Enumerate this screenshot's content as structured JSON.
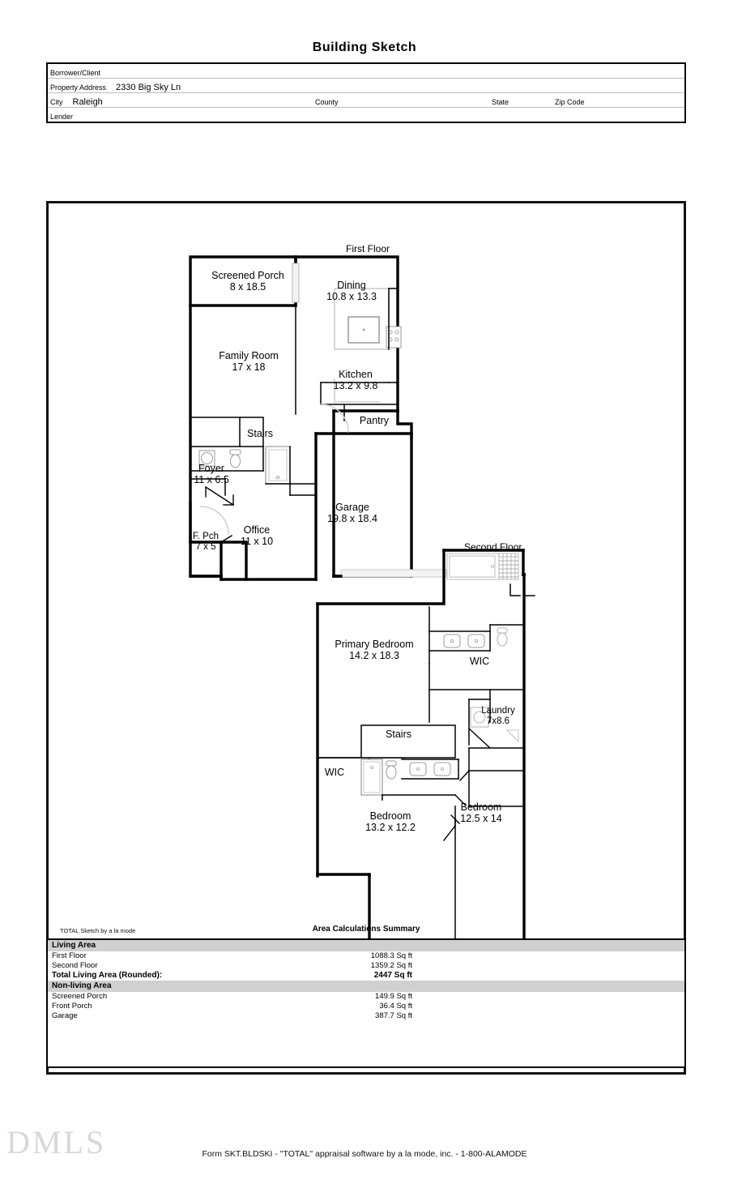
{
  "title": "Building Sketch",
  "header": {
    "rows": [
      {
        "label": "Borrower/Client",
        "value": ""
      },
      {
        "label": "Property Address",
        "value": "2330 Big Sky Ln"
      },
      {
        "label": "City",
        "value": "Raleigh"
      },
      {
        "label": "Lender",
        "value": ""
      }
    ],
    "city_extra_labels": [
      {
        "label": "County",
        "value": ""
      },
      {
        "label": "State",
        "value": ""
      },
      {
        "label": "Zip Code",
        "value": ""
      }
    ]
  },
  "sketch": {
    "credit": "TOTAL Sketch by a la mode",
    "summary_title": "Area Calculations Summary",
    "floors": [
      {
        "name": "first-floor",
        "title": "First Floor",
        "rooms": [
          {
            "name": "screened-porch",
            "label": "Screened Porch",
            "dims": "8 x 18.5"
          },
          {
            "name": "dining",
            "label": "Dining",
            "dims": "10.8 x 13.3"
          },
          {
            "name": "family-room",
            "label": "Family Room",
            "dims": "17 x 18"
          },
          {
            "name": "kitchen",
            "label": "Kitchen",
            "dims": "13.2 x 9.8"
          },
          {
            "name": "pantry",
            "label": "Pantry",
            "dims": ""
          },
          {
            "name": "stairs-first",
            "label": "Stairs",
            "dims": ""
          },
          {
            "name": "foyer",
            "label": "Foyer",
            "dims": "11 x 6.5"
          },
          {
            "name": "front-porch",
            "label": "F. Pch",
            "dims": "7 x 5"
          },
          {
            "name": "office",
            "label": "Office",
            "dims": "11 x 10"
          },
          {
            "name": "garage",
            "label": "Garage",
            "dims": "19.8 x 18.4"
          }
        ]
      },
      {
        "name": "second-floor",
        "title": "Second Floor",
        "rooms": [
          {
            "name": "primary-bedroom",
            "label": "Primary Bedroom",
            "dims": "14.2 x 18.3"
          },
          {
            "name": "wic-primary",
            "label": "WIC",
            "dims": ""
          },
          {
            "name": "laundry",
            "label": "Laundry",
            "dims": "7x8.6"
          },
          {
            "name": "stairs-second",
            "label": "Stairs",
            "dims": ""
          },
          {
            "name": "wic-secondary",
            "label": "WIC",
            "dims": ""
          },
          {
            "name": "bedroom-2",
            "label": "Bedroom",
            "dims": "13.2 x 12.2"
          },
          {
            "name": "bedroom-3",
            "label": "Bedroom",
            "dims": "12.5 x 14"
          }
        ]
      }
    ]
  },
  "area_summary": {
    "sections": [
      {
        "heading": "Living Area",
        "rows": [
          {
            "label": "First Floor",
            "value": "1088.3 Sq ft",
            "bold": false
          },
          {
            "label": "Second Floor",
            "value": "1359.2 Sq ft",
            "bold": false
          },
          {
            "label": "Total Living Area (Rounded):",
            "value": "2447 Sq ft",
            "bold": true
          }
        ]
      },
      {
        "heading": "Non-living Area",
        "rows": [
          {
            "label": "Screened Porch",
            "value": "149.9 Sq ft",
            "bold": false
          },
          {
            "label": "Front Porch",
            "value": "36.4 Sq ft",
            "bold": false
          },
          {
            "label": "Garage",
            "value": "387.7 Sq ft",
            "bold": false
          }
        ]
      }
    ]
  },
  "footer": {
    "form_line": "Form SKT.BLDSKI - \"TOTAL\" appraisal software by a la mode, inc. - 1-800-ALAMODE",
    "watermark": "DMLS"
  }
}
